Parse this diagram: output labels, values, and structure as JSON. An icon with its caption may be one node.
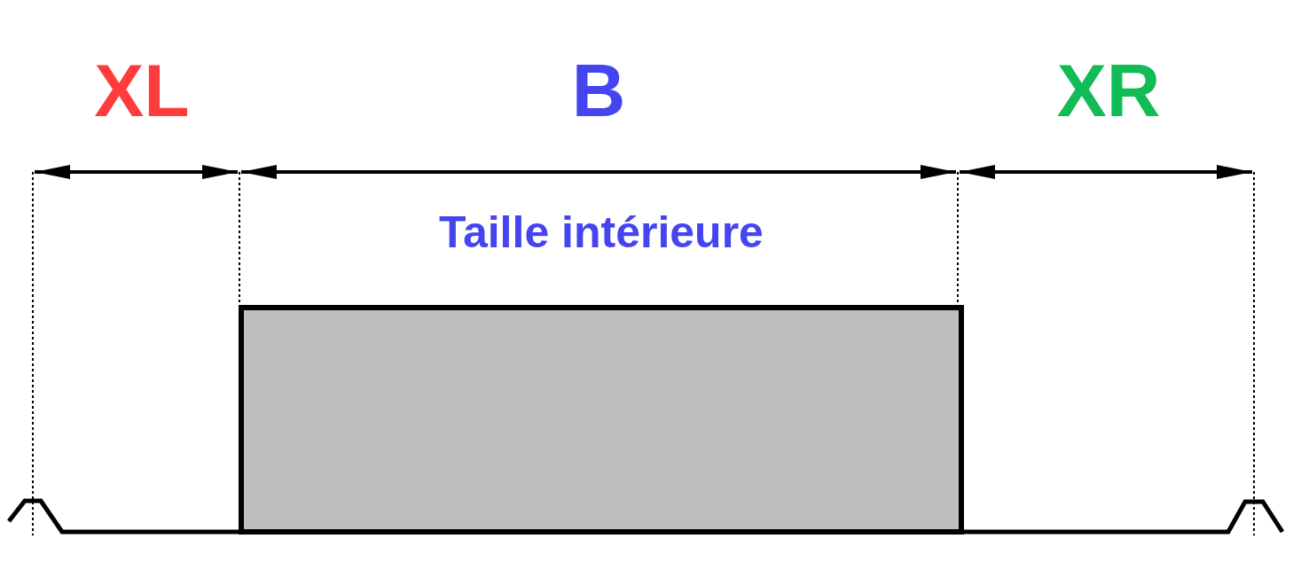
{
  "diagram": {
    "labels": [
      "XL",
      "B",
      "XR",
      "Taille intérieure"
    ]
  }
}
